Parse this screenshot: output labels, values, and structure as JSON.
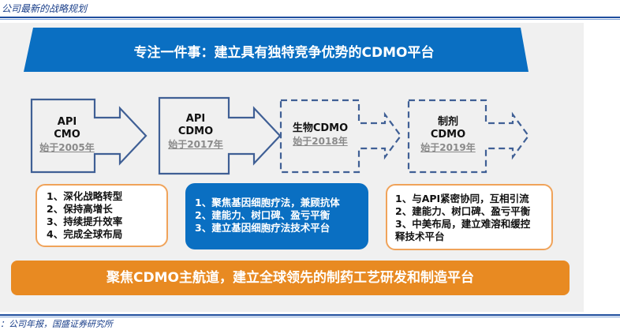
{
  "header": {
    "title": "公司最新的战略规划"
  },
  "banner": {
    "text": "专注一件事：建立具有独特竞争优势的CDMO平台",
    "color": "#0a6fc2"
  },
  "stages": [
    {
      "line1": "API",
      "line2": "CMO",
      "year": "始于2005年",
      "style": "solid"
    },
    {
      "line1": "API",
      "line2": "CDMO",
      "year": "始于2017年",
      "style": "solid"
    },
    {
      "line1": "生物CDMO",
      "line2": "",
      "year": "始于2018年",
      "style": "dashed"
    },
    {
      "line1": "制剂",
      "line2": "CDMO",
      "year": "始于2019年",
      "style": "dashed"
    }
  ],
  "boxes": {
    "left": [
      "1、深化战略转型",
      "2、保持高增长",
      "3、持续提升效率",
      "4、完成全球布局"
    ],
    "middle": [
      "1、聚焦基因细胞疗法，兼顾抗体",
      "2、建能力、树口碑、盈亏平衡",
      "3、建立基因细胞疗法技术平台"
    ],
    "right": [
      "1、与API紧密协同，互相引流",
      "2、建能力、树口碑、盈亏平衡",
      "3、中美布局，建立难溶和缓控",
      "释技术平台"
    ]
  },
  "bottom_bar": {
    "text": "聚焦CDMO主航道，建立全球领先的制药工艺研发和制造平台",
    "color": "#e88a22"
  },
  "footer": {
    "source": "：公司年报，国盛证券研究所"
  },
  "colors": {
    "arrow_stroke": "#3f5f95",
    "orange_border": "#f0a35a"
  }
}
